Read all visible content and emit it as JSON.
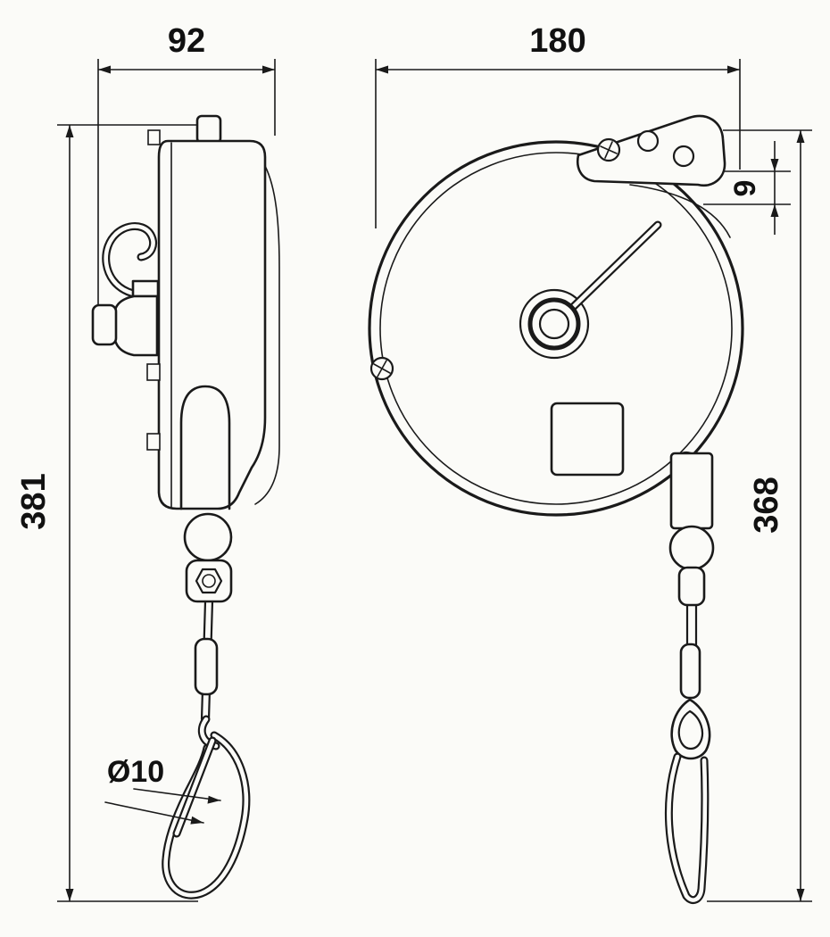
{
  "drawing": {
    "labels": {
      "side_width": "92",
      "front_width": "180",
      "side_height": "381",
      "front_height": "368",
      "bracket_offset": "9",
      "hook_diameter": "Ø10"
    }
  }
}
